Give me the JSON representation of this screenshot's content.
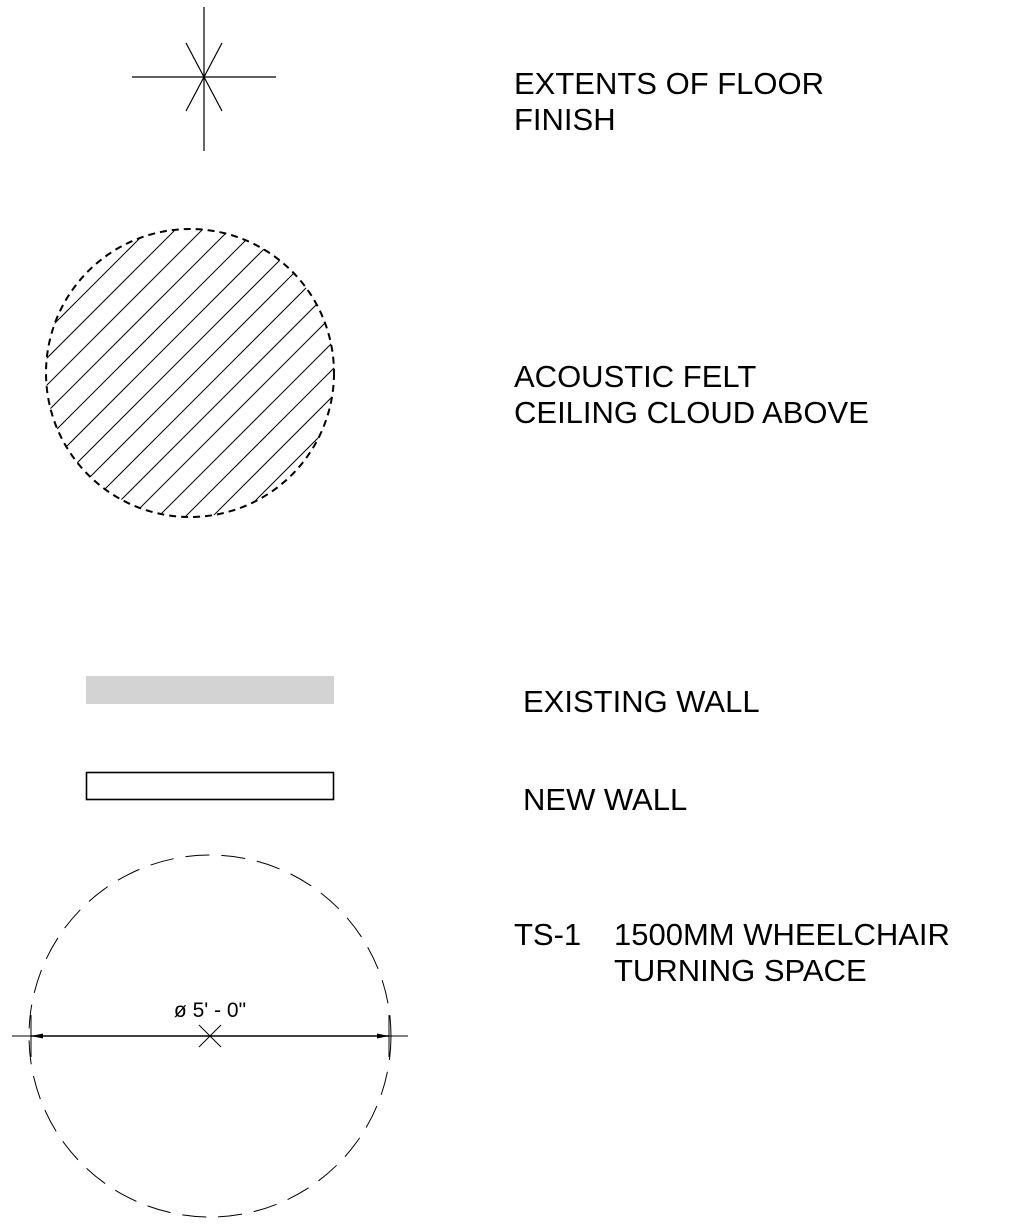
{
  "legend": {
    "floor_finish": {
      "line1": "EXTENTS OF FLOOR",
      "line2": "FINISH"
    },
    "ceiling_cloud": {
      "line1": "ACOUSTIC FELT",
      "line2": "CEILING CLOUD ABOVE"
    },
    "existing_wall": {
      "label": "EXISTING WALL"
    },
    "new_wall": {
      "label": "NEW WALL"
    },
    "turning_space": {
      "tag": "TS-1",
      "line1": "1500MM WHEELCHAIR",
      "line2": "TURNING SPACE",
      "dimension": "ø 5' - 0\""
    }
  },
  "colors": {
    "line": "#000000",
    "existing_wall_fill": "#d3d3d3",
    "background": "#ffffff"
  }
}
